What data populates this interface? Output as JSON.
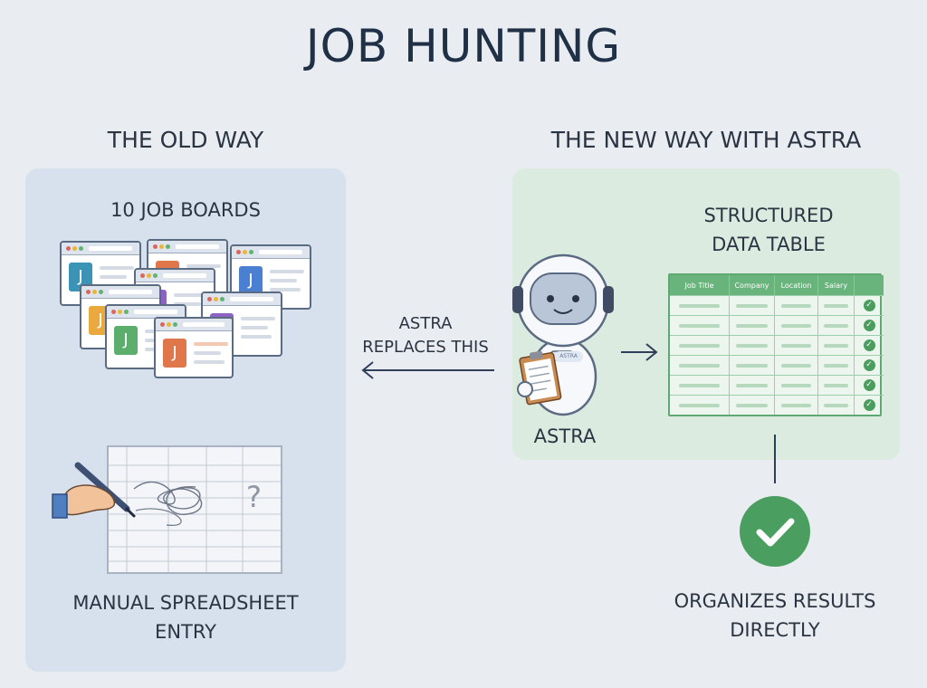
{
  "title": "JOB HUNTING",
  "old_way": {
    "heading": "THE OLD WAY",
    "boards_label": "10 JOB BOARDS",
    "board_letter": "J",
    "spreadsheet_label_line1": "MANUAL SPREADSHEET",
    "spreadsheet_label_line2": "ENTRY",
    "question_mark": "?"
  },
  "new_way": {
    "heading": "THE NEW WAY WITH ASTRA",
    "table_label_line1": "STRUCTURED",
    "table_label_line2": "DATA TABLE",
    "table_headers": [
      "Job Title",
      "Company",
      "Location",
      "Salary",
      ""
    ],
    "robot_name": "ASTRA",
    "robot_badge": "ASTRA",
    "result_label_line1": "ORGANIZES RESULTS",
    "result_label_line2": "DIRECTLY"
  },
  "arrow_label_line1": "ASTRA",
  "arrow_label_line2": "REPLACES THIS",
  "colors": {
    "background": "#e9edf1",
    "old_panel": "#d7e1ee",
    "new_panel": "#dcebe0",
    "green": "#4a9e60",
    "title": "#203047"
  },
  "icons": [
    "browser-window-icon",
    "robot-astronaut-icon",
    "clipboard-icon",
    "pen-hand-icon",
    "check-circle-icon",
    "arrow-left-icon",
    "arrow-right-icon"
  ]
}
